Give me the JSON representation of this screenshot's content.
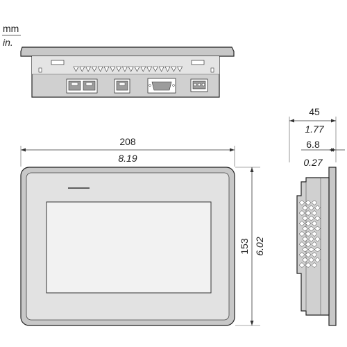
{
  "units": {
    "primary": "mm",
    "secondary": "in."
  },
  "front_view": {
    "width_mm": "208",
    "width_in": "8.19",
    "height_mm": "153",
    "height_in": "6.02"
  },
  "side_view": {
    "depth_mm": "45",
    "depth_in": "1.77",
    "bezel_mm": "6.8",
    "bezel_in": "0.27"
  },
  "colors": {
    "bezel": "#c8c8c8",
    "bezel_inner": "#e2e2e2",
    "screen": "#f2f2f2",
    "body": "#d0d0d0",
    "body_dark": "#b5b5b5",
    "port": "#9c9c9c",
    "outline": "#222222"
  }
}
